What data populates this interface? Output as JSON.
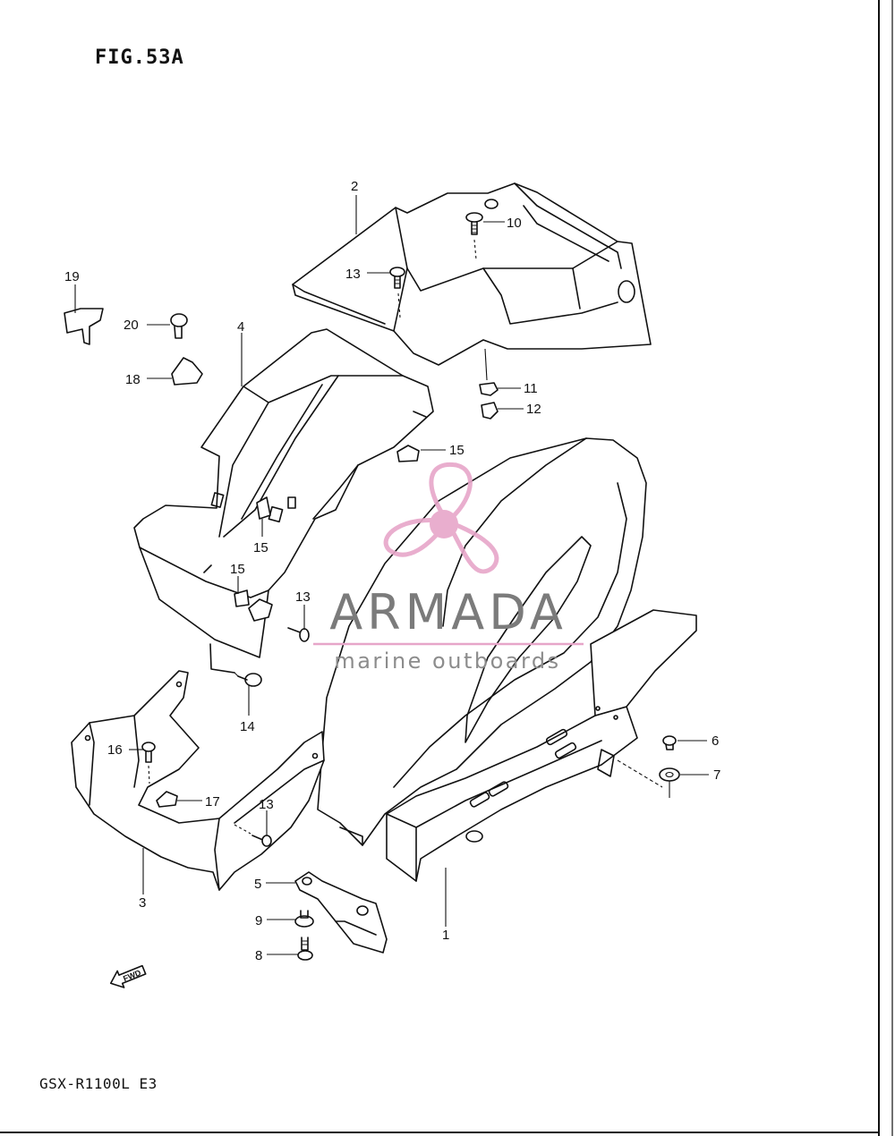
{
  "figure": {
    "title": "FIG.53A",
    "model": "GSX-R1100L E3"
  },
  "watermark": {
    "name": "ARMADA",
    "tagline": "marine outboards",
    "primary_color": "#e7a6c9",
    "text_color": "#7b7b7b",
    "icon": "propeller-icon"
  },
  "direction_arrow": {
    "label": "FWD",
    "icon": "forward-arrow-icon"
  },
  "callouts": [
    {
      "ref": "1",
      "label": "1"
    },
    {
      "ref": "2",
      "label": "2"
    },
    {
      "ref": "3",
      "label": "3"
    },
    {
      "ref": "4",
      "label": "4"
    },
    {
      "ref": "5",
      "label": "5"
    },
    {
      "ref": "6",
      "label": "6"
    },
    {
      "ref": "7",
      "label": "7"
    },
    {
      "ref": "8",
      "label": "8"
    },
    {
      "ref": "9",
      "label": "9"
    },
    {
      "ref": "10",
      "label": "10"
    },
    {
      "ref": "11",
      "label": "11"
    },
    {
      "ref": "12",
      "label": "12"
    },
    {
      "ref": "13a",
      "label": "13"
    },
    {
      "ref": "13b",
      "label": "13"
    },
    {
      "ref": "13c",
      "label": "13"
    },
    {
      "ref": "14",
      "label": "14"
    },
    {
      "ref": "15a",
      "label": "15"
    },
    {
      "ref": "15b",
      "label": "15"
    },
    {
      "ref": "15c",
      "label": "15"
    },
    {
      "ref": "16",
      "label": "16"
    },
    {
      "ref": "17",
      "label": "17"
    },
    {
      "ref": "18",
      "label": "18"
    },
    {
      "ref": "19",
      "label": "19"
    },
    {
      "ref": "20",
      "label": "20"
    }
  ]
}
